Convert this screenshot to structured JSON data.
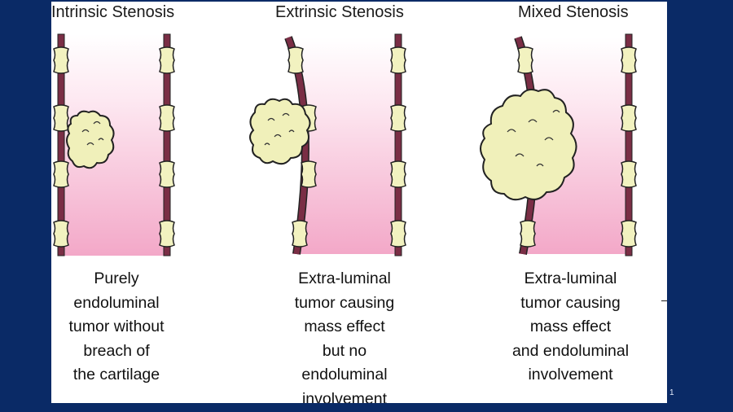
{
  "slide": {
    "panels": [
      {
        "title": "Intrinsic Stenosis",
        "caption": "Purely\nendoluminal\ntumor without\nbreach of\nthe cartilage"
      },
      {
        "title": "Extrinsic Stenosis",
        "caption": "Extra-luminal\ntumor causing\nmass effect\nbut no\nendoluminal\ninvolvement"
      },
      {
        "title": "Mixed Stenosis",
        "caption": "Extra-luminal\ntumor causing\nmass effect\nand endoluminal\ninvolvement"
      }
    ],
    "page_number": "1"
  },
  "colors": {
    "background": "#0a2a66",
    "airway_wall": "#7a2e45",
    "cartilage": "#f2f2c0",
    "lumen_pink": "#f3a8c8",
    "tumor": "#f0f0ba"
  }
}
